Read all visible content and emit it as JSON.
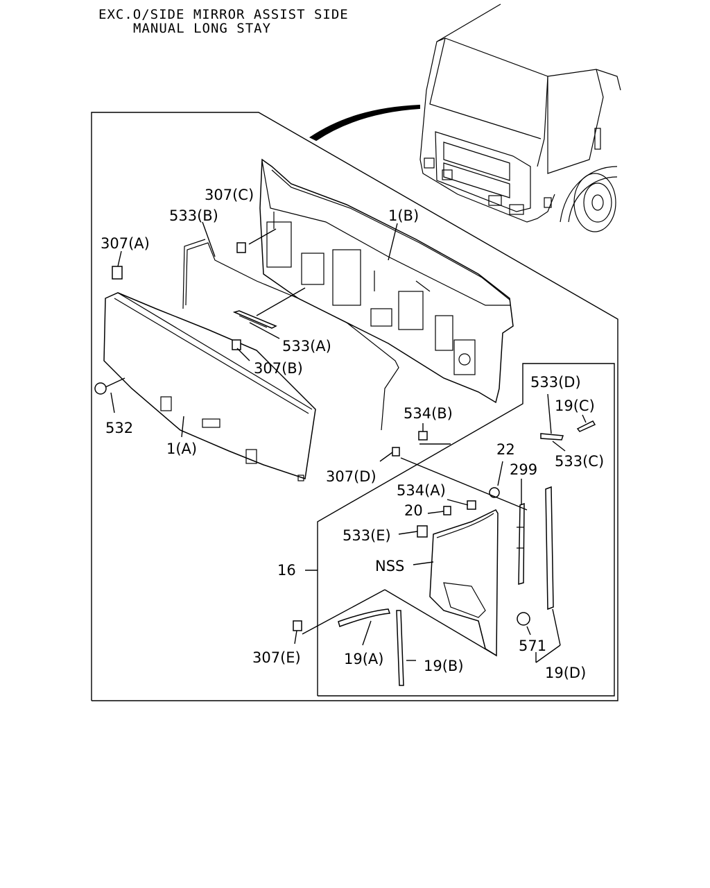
{
  "header": {
    "line1": "EXC.O/SIDE MIRROR ASSIST SIDE",
    "line2": "MANUAL LONG STAY"
  },
  "labels": {
    "p307C": "307(C)",
    "p533B": "533(B)",
    "p1B": "1(B)",
    "p307A": "307(A)",
    "p533A": "533(A)",
    "p307B": "307(B)",
    "p532": "532",
    "p1A": "1(A)",
    "p534B": "534(B)",
    "p533D": "533(D)",
    "p19C": "19(C)",
    "p533C": "533(C)",
    "p22": "22",
    "p299": "299",
    "p307D": "307(D)",
    "p534A": "534(A)",
    "p20": "20",
    "p533E": "533(E)",
    "p16": "16",
    "pNSS": "NSS",
    "p307E": "307(E)",
    "p19A": "19(A)",
    "p19B": "19(B)",
    "p571": "571",
    "p19D": "19(D)"
  }
}
